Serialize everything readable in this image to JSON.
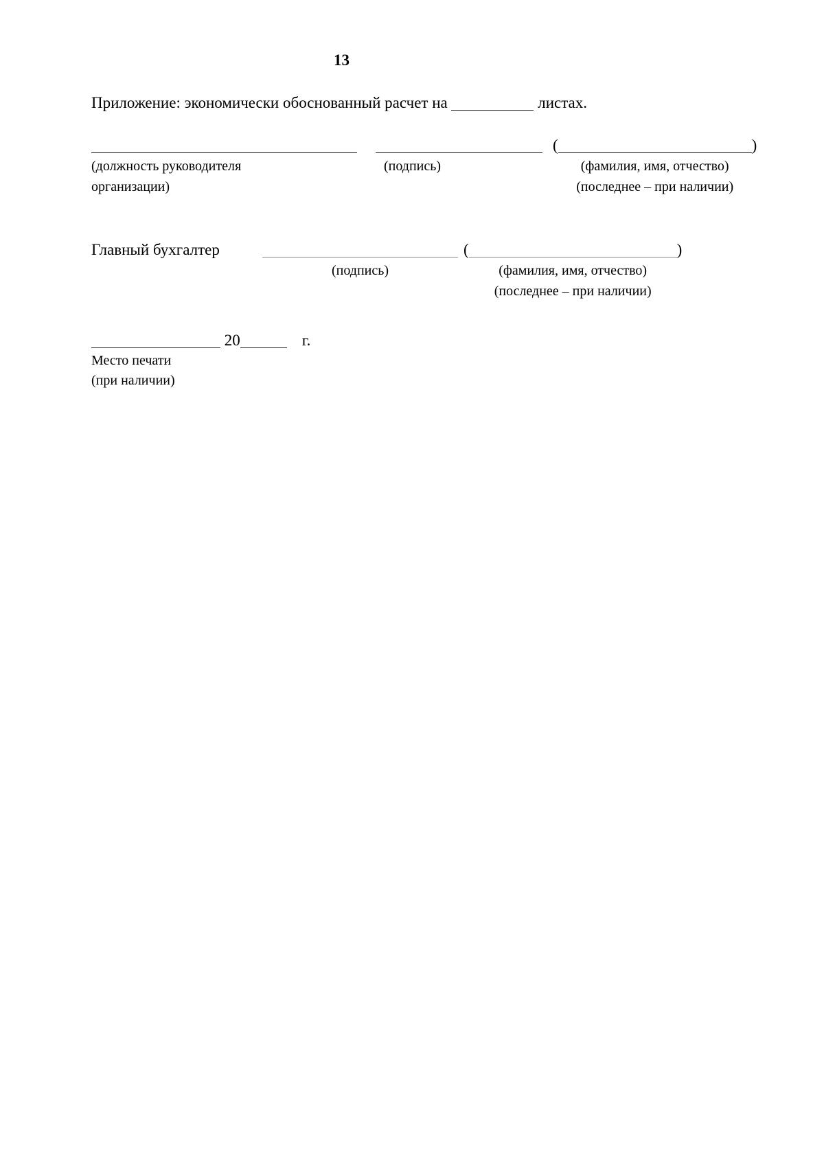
{
  "page": {
    "number": "13",
    "appendix_line": {
      "prefix": "Приложение: экономически обоснованный расчет на",
      "suffix": "листах."
    },
    "director_block": {
      "open_paren": "(",
      "close_paren": ")",
      "position_caption_line1": "(должность руководителя",
      "position_caption_line2": "организации)",
      "signature_caption": "(подпись)",
      "name_caption_line1": "(фамилия, имя, отчество)",
      "name_caption_line2": "(последнее – при наличии)"
    },
    "accountant_block": {
      "label": "Главный бухгалтер",
      "open_paren": "(",
      "close_paren": ")",
      "signature_caption": "(подпись)",
      "name_caption_line1": "(фамилия, имя, отчество)",
      "name_caption_line2": "(последнее – при наличии)"
    },
    "date_block": {
      "year_prefix": "20",
      "year_suffix": "г.",
      "stamp_line1": "Место печати",
      "stamp_line2": "(при наличии)"
    },
    "colors": {
      "background": "#ffffff",
      "text": "#000000",
      "line_black": "#1a1a1a",
      "line_gray": "#8a8a8a"
    }
  }
}
